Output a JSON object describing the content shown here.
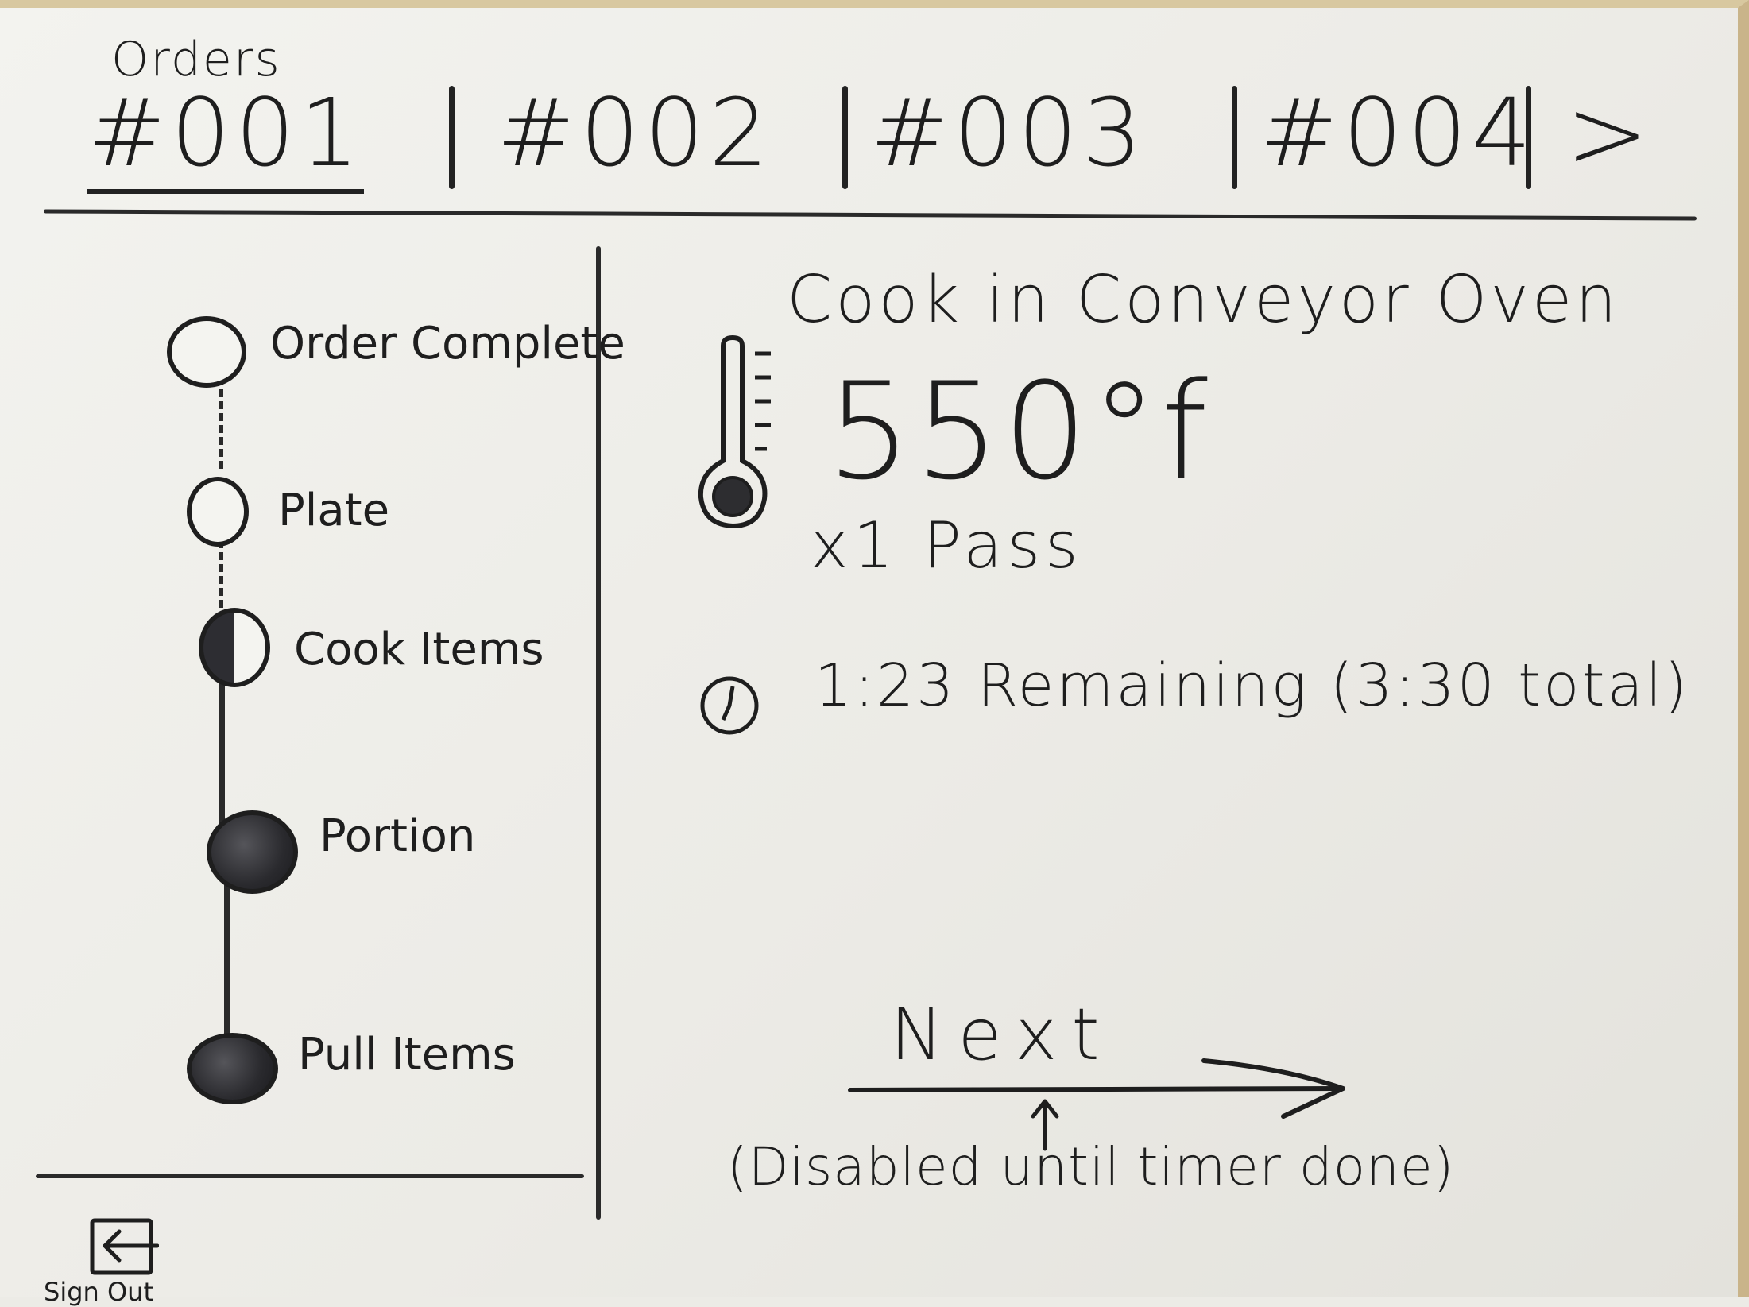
{
  "header": {
    "orders_label": "Orders",
    "tabs": [
      {
        "label": "#001",
        "active": true
      },
      {
        "label": "#002",
        "active": false
      },
      {
        "label": "#003",
        "active": false
      },
      {
        "label": "#004",
        "active": false
      }
    ],
    "next_glyph": ">"
  },
  "timeline": {
    "steps": [
      {
        "label": "Order Complete",
        "state": "pending"
      },
      {
        "label": "Plate",
        "state": "pending"
      },
      {
        "label": "Cook Items",
        "state": "in-progress"
      },
      {
        "label": "Portion",
        "state": "done"
      },
      {
        "label": "Pull Items",
        "state": "done"
      }
    ]
  },
  "step": {
    "title": "Cook in Conveyor Oven",
    "temperature": "550°f",
    "passes": "x1 Pass",
    "remaining": "1:23 Remaining (3:30 total)",
    "icons": [
      "thermometer-icon",
      "clock-icon"
    ]
  },
  "actions": {
    "next_label": "Next",
    "next_enabled": false,
    "disabled_note": "(Disabled until timer done)",
    "signout_label": "Sign Out",
    "signout_icon": "sign-out-icon"
  },
  "colors": {
    "ink": "#1e1e1e",
    "board": "#ecebe6",
    "frame": "#c9b48a"
  }
}
